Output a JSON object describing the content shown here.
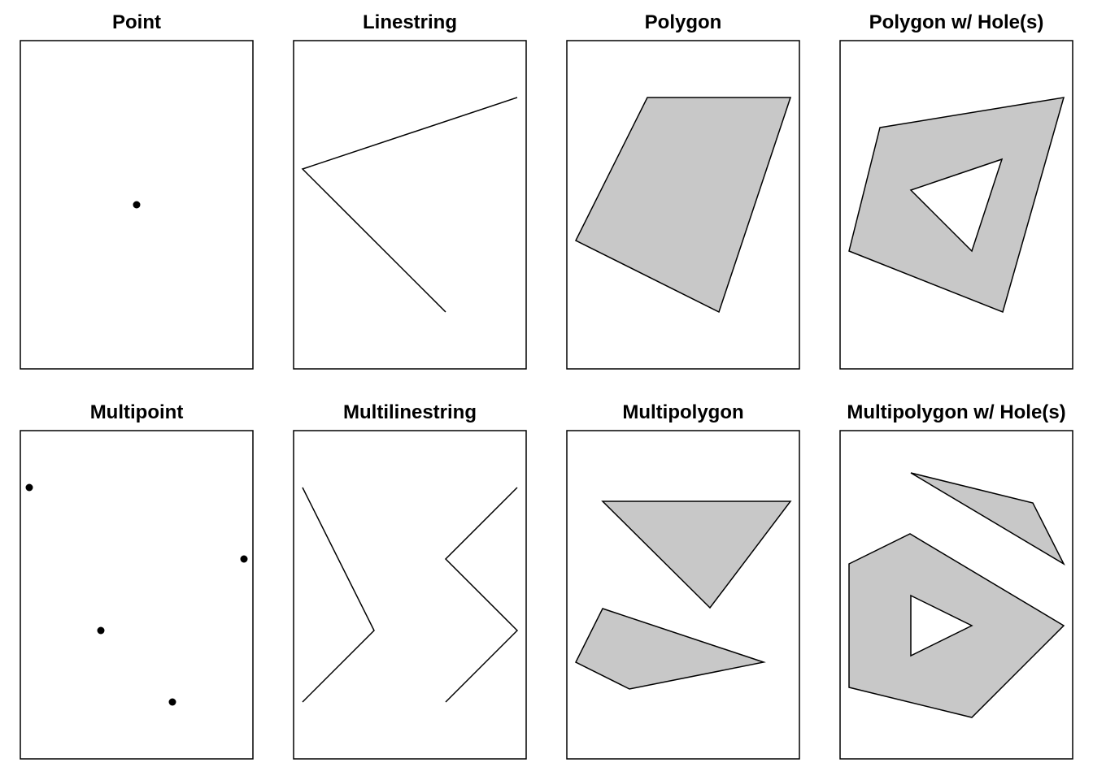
{
  "style": {
    "fill": "#c8c8c8",
    "stroke": "#000000",
    "background": "#ffffff"
  },
  "panels": [
    {
      "title": "Point",
      "kind": "point"
    },
    {
      "title": "Linestring",
      "kind": "linestring"
    },
    {
      "title": "Polygon",
      "kind": "polygon"
    },
    {
      "title": "Polygon w/ Hole(s)",
      "kind": "polygon-with-holes"
    },
    {
      "title": "Multipoint",
      "kind": "multipoint"
    },
    {
      "title": "Multilinestring",
      "kind": "multilinestring"
    },
    {
      "title": "Multipolygon",
      "kind": "multipolygon"
    },
    {
      "title": "Multipolygon w/ Hole(s)",
      "kind": "multipolygon-with-holes"
    }
  ]
}
